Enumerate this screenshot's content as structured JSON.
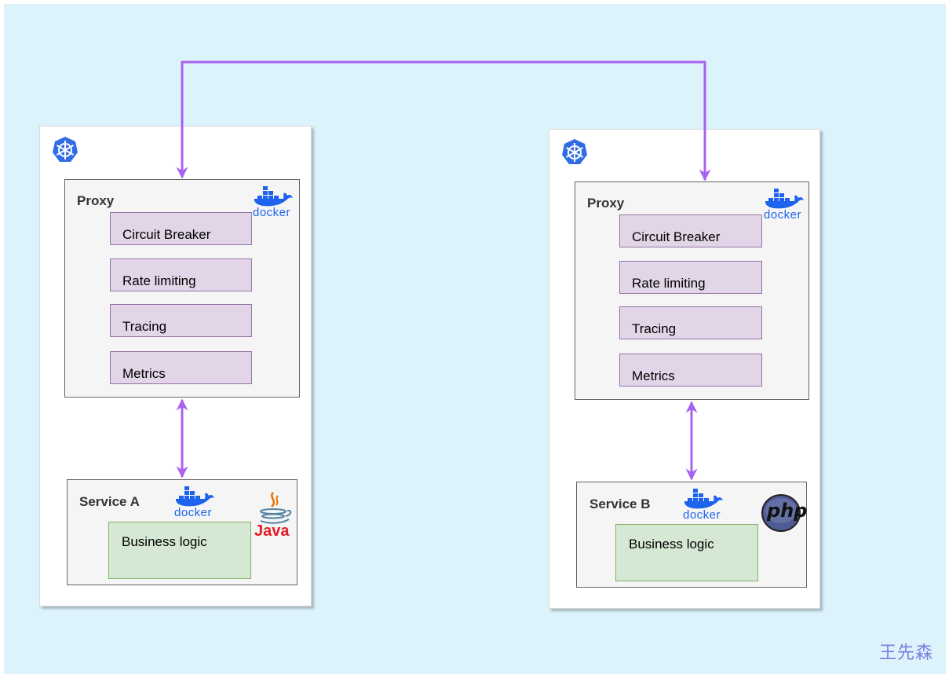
{
  "left": {
    "proxy_title": "Proxy",
    "features": [
      "Circuit Breaker",
      "Rate limiting",
      "Tracing",
      "Metrics"
    ],
    "service_title": "Service A",
    "logic_label": "Business logic",
    "lang_logo": "java-logo"
  },
  "right": {
    "proxy_title": "Proxy",
    "features": [
      "Circuit Breaker",
      "Rate limiting",
      "Tracing",
      "Metrics"
    ],
    "service_title": "Service B",
    "logic_label": "Business logic",
    "lang_logo": "php-logo"
  },
  "docker_text": "docker",
  "java_text": "Java",
  "php_text": "php",
  "watermark": "王先森",
  "colors": {
    "background": "#ddf3fc",
    "arrow": "#a862f0",
    "feature_fill": "#e1d5e7",
    "logic_fill": "#d5e8d4",
    "kubernetes": "#326ce5",
    "docker": "#1d63ed"
  }
}
